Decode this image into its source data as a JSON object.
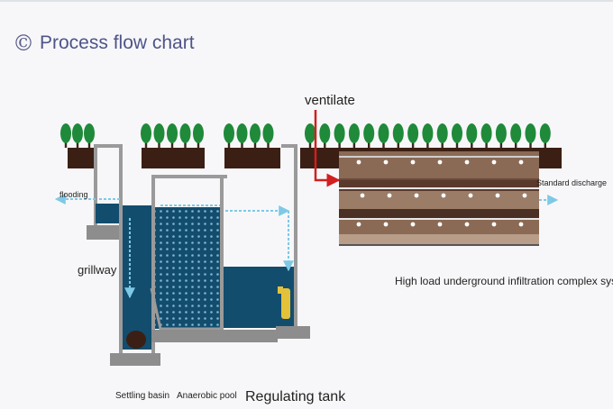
{
  "header": {
    "logo_glyph": "©",
    "title": "Process flow chart"
  },
  "labels": {
    "ventilate": "ventilate",
    "flooding": "flooding",
    "standard_discharge": "Standard discharge",
    "grillway": "grillway",
    "infiltration_system": "High load underground infiltration complex system",
    "settling_basin": "Settling basin",
    "anaerobic_pool": "Anaerobic pool",
    "regulating_tank": "Regulating tank"
  },
  "colors": {
    "title": "#4e5488",
    "tree_green": "#1f8a3a",
    "soil": "#3b1f14",
    "water": "#134d6e",
    "flow_arrow": "#7ec9e6",
    "vent_pipe": "#d21f1f",
    "tank_wall": "#9a9a9a"
  }
}
